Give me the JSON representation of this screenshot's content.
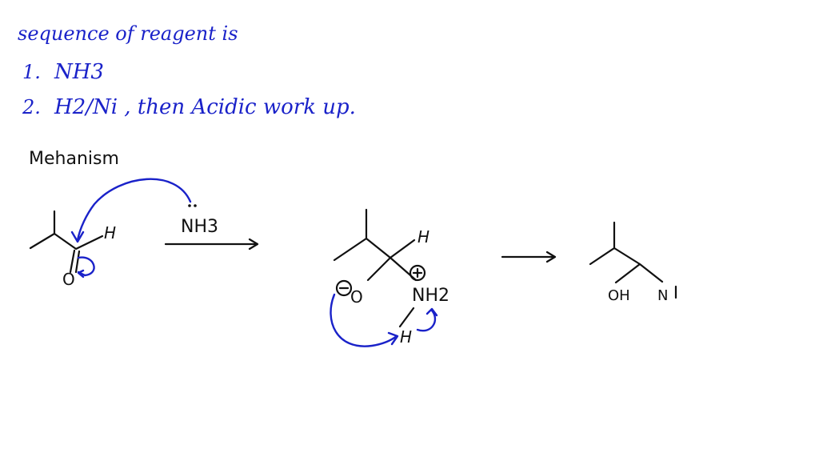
{
  "notes": {
    "line0": "sequence of reagent is",
    "line1_num": "1.",
    "line1_reagent": "NH3",
    "line2_num": "2.",
    "line2_reagent": "H2/Ni , then Acidic work up."
  },
  "mechanism": {
    "heading": "Mehanism",
    "start": {
      "h_label": "H",
      "o_label": "O"
    },
    "reagent": {
      "label": "NH3"
    },
    "intermediate": {
      "h_label": "H",
      "o_label": "O",
      "n_label": "NH2",
      "h2_label": "H"
    },
    "product": {
      "oh_label": "OH",
      "n_label": "N"
    }
  },
  "colors": {
    "ink_blue": "#1a22c9",
    "ink_black": "#111111",
    "background": "#ffffff"
  }
}
